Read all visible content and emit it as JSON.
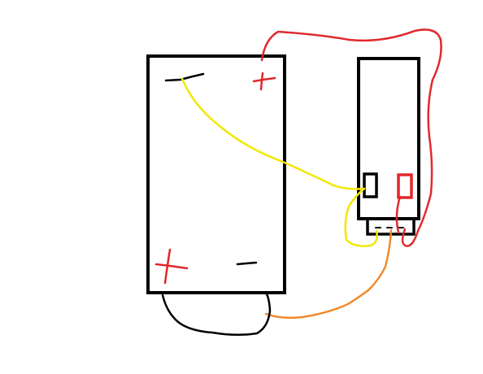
{
  "colors": {
    "background": "#ffffff",
    "outline": "#000000",
    "positive": "#e3262b",
    "negative": "#000000",
    "wire_yellow": "#f2e700",
    "wire_red": "#df2a2f",
    "wire_orange": "#f0892a",
    "wire_black": "#000000"
  },
  "components": {
    "large_block": {
      "terminal_top_left": "negative",
      "terminal_top_right": "positive",
      "terminal_bottom_left": "positive",
      "terminal_bottom_right": "negative"
    },
    "small_block": {
      "left_terminal": "black",
      "right_terminal": "red",
      "connector_pins": 3
    }
  },
  "wires": [
    {
      "id": "yellow",
      "color": "wire_yellow"
    },
    {
      "id": "red",
      "color": "wire_red"
    },
    {
      "id": "orange",
      "color": "wire_orange"
    },
    {
      "id": "black",
      "color": "wire_black"
    }
  ]
}
